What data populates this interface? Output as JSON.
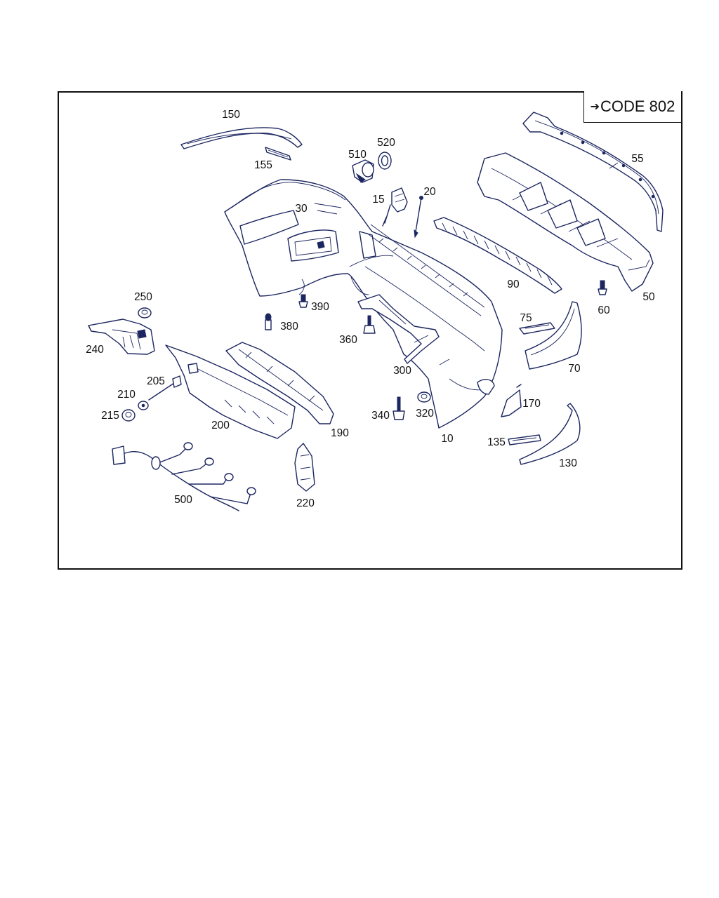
{
  "code_box": {
    "arrow": "➔",
    "text": "CODE 802"
  },
  "labels": {
    "l150": "150",
    "l155": "155",
    "l510": "510",
    "l520": "520",
    "l15": "15",
    "l20": "20",
    "l30": "30",
    "l55": "55",
    "l90": "90",
    "l50": "50",
    "l60": "60",
    "l250": "250",
    "l390": "390",
    "l380": "380",
    "l240": "240",
    "l360": "360",
    "l75": "75",
    "l70": "70",
    "l300": "300",
    "l205": "205",
    "l210": "210",
    "l215": "215",
    "l200": "200",
    "l190": "190",
    "l340": "340",
    "l320": "320",
    "l10": "10",
    "l170": "170",
    "l135": "135",
    "l130": "130",
    "l500": "500",
    "l220": "220"
  }
}
